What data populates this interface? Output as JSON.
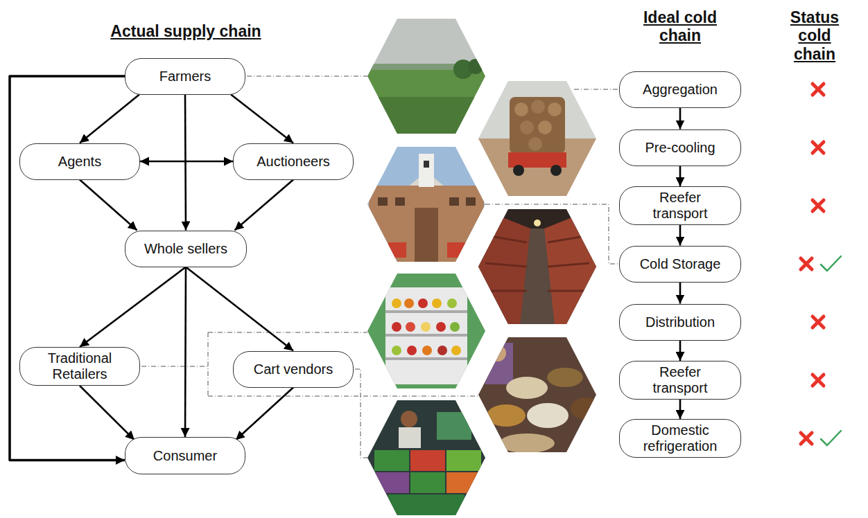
{
  "diagram": {
    "nodes": [
      {
        "text": [
          "Farmers"
        ]
      },
      {
        "text": [
          "Agents"
        ]
      },
      {
        "text": [
          "Auctioneers"
        ]
      },
      {
        "text": [
          "Whole sellers"
        ]
      },
      {
        "text": [
          "Traditional Retailers"
        ]
      },
      {
        "text": [
          "Cart vendors"
        ]
      },
      {
        "text": [
          "Consumer"
        ]
      },
      {
        "text": [
          "Aggregation"
        ]
      },
      {
        "text": [
          "Pre-cooling"
        ]
      },
      {
        "text": [
          "Reefer transport"
        ]
      },
      {
        "text": [
          "Cold Storage"
        ]
      },
      {
        "text": [
          "Distribution"
        ]
      },
      {
        "text": [
          "Reefer transport"
        ]
      },
      {
        "text": [
          "Domestic refrigeration"
        ]
      }
    ],
    "edges": [
      {
        "from": 0,
        "to": 1,
        "arrow": "to"
      },
      {
        "from": 0,
        "to": 2,
        "arrow": "to"
      },
      {
        "from": 0,
        "to": 3,
        "arrow": "to"
      },
      {
        "from": 0,
        "to": 6,
        "arrow": "to"
      },
      {
        "from": 1,
        "to": 2,
        "arrow": "both"
      },
      {
        "from": 1,
        "to": 3,
        "arrow": "to"
      },
      {
        "from": 2,
        "to": 3,
        "arrow": "to"
      },
      {
        "from": 3,
        "to": 4,
        "arrow": "to"
      },
      {
        "from": 3,
        "to": 6,
        "arrow": "to"
      },
      {
        "from": 3,
        "to": 5,
        "arrow": "to"
      },
      {
        "from": 4,
        "to": 6,
        "arrow": "to"
      },
      {
        "from": 5,
        "to": 6,
        "arrow": "to"
      },
      {
        "from": 7,
        "to": 8,
        "arrow": "to"
      },
      {
        "from": 8,
        "to": 9,
        "arrow": "to"
      },
      {
        "from": 9,
        "to": 10,
        "arrow": "to"
      },
      {
        "from": 10,
        "to": 11,
        "arrow": "to"
      },
      {
        "from": 11,
        "to": 12,
        "arrow": "to"
      },
      {
        "from": 12,
        "to": 13,
        "arrow": "to"
      }
    ],
    "labels": [
      "Actual supply chain",
      "Ideal cold chain",
      "Status cold chain"
    ]
  }
}
